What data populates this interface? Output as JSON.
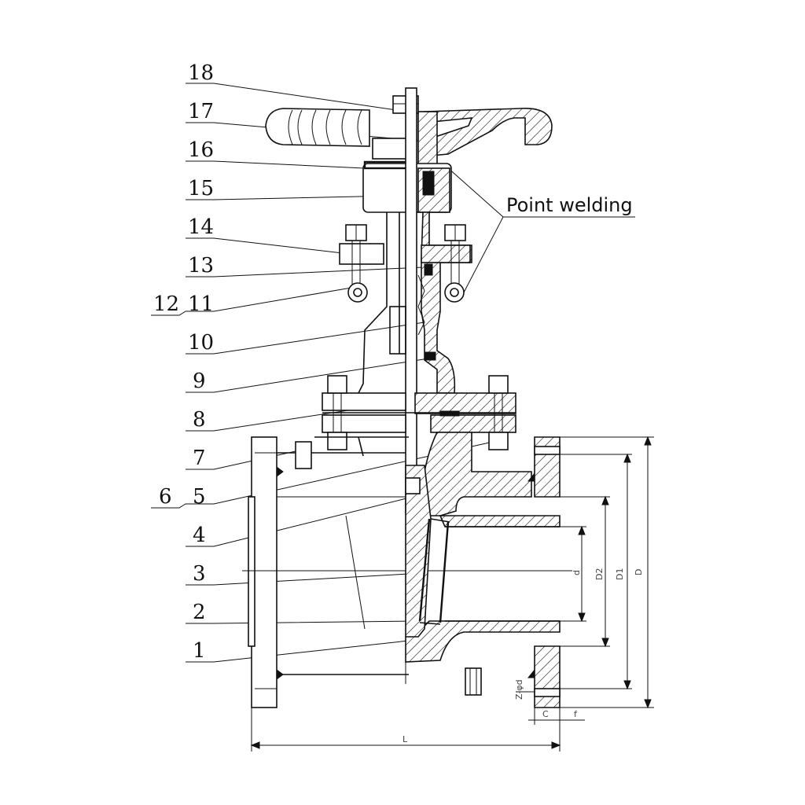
{
  "diagram": {
    "part_numbers": [
      "18",
      "17",
      "16",
      "15",
      "14",
      "13",
      "12",
      "11",
      "10",
      "9",
      "8",
      "7",
      "6",
      "5",
      "4",
      "3",
      "2",
      "1"
    ],
    "callout": "Point welding",
    "dimensions": {
      "D": "D",
      "D1": "D1",
      "D2": "D2",
      "d": "d",
      "L": "L",
      "C": "C",
      "f": "f",
      "bolt_holes": "Z-φd"
    }
  }
}
